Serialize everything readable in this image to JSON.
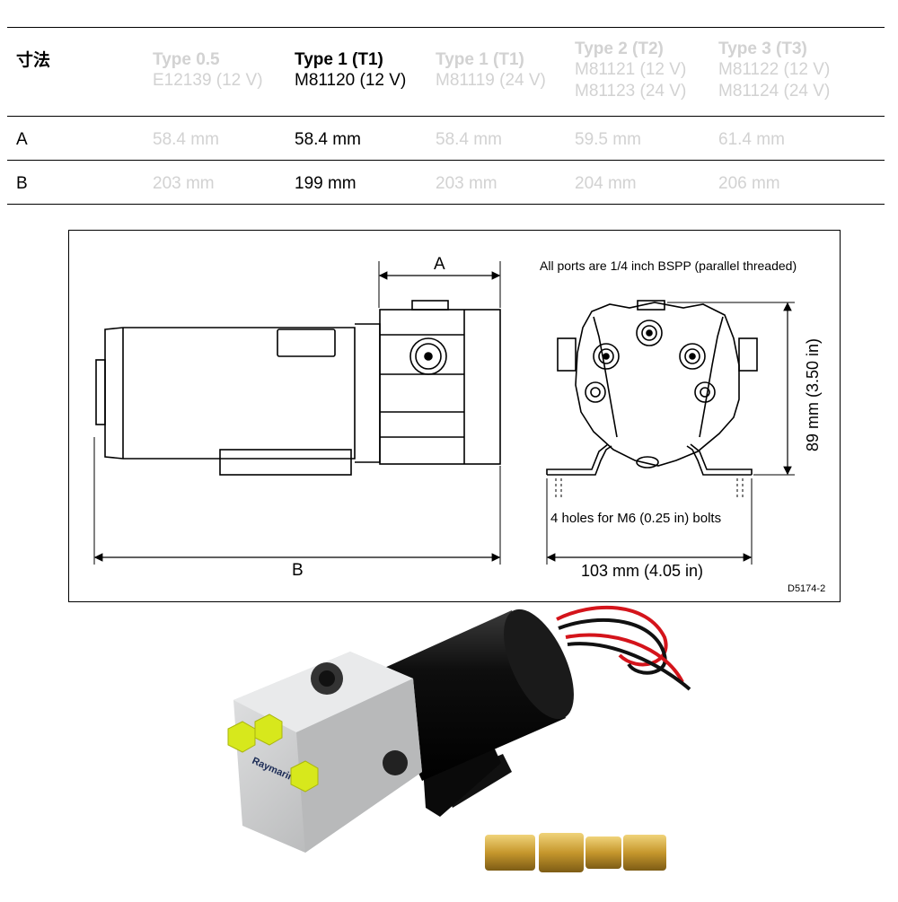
{
  "table": {
    "corner_label": "寸法",
    "columns": [
      {
        "title": "Type 0.5",
        "models": [
          "E12139 (12 V)"
        ],
        "highlight": false
      },
      {
        "title": "Type 1 (T1)",
        "models": [
          "M81120 (12 V)"
        ],
        "highlight": true
      },
      {
        "title": "Type 1 (T1)",
        "models": [
          "M81119 (24 V)"
        ],
        "highlight": false
      },
      {
        "title": "Type 2 (T2)",
        "models": [
          "M81121 (12 V)",
          "M81123 (24 V)"
        ],
        "highlight": false
      },
      {
        "title": "Type 3 (T3)",
        "models": [
          "M81122 (12 V)",
          "M81124 (24 V)"
        ],
        "highlight": false
      }
    ],
    "rows": [
      {
        "label": "A",
        "values": [
          "58.4 mm",
          "58.4 mm",
          "58.4 mm",
          "59.5 mm",
          "61.4 mm"
        ]
      },
      {
        "label": "B",
        "values": [
          "203 mm",
          "199 mm",
          "203 mm",
          "204 mm",
          "206 mm"
        ]
      }
    ]
  },
  "drawing": {
    "dim_a": "A",
    "dim_b": "B",
    "ports_note": "All ports are 1/4 inch BSPP (parallel threaded)",
    "height_dim": "89 mm (3.50 in)",
    "holes_note": "4 holes for M6 (0.25 in) bolts",
    "width_dim": "103 mm (4.05 in)",
    "drawing_id": "D5174-2"
  },
  "photo": {
    "brand_text": "Raymarine",
    "colors": {
      "motor": "#0c0c0c",
      "block": "#c9cacb",
      "caps": "#d7e81c",
      "wire_red": "#d4141b",
      "wire_black": "#111111",
      "brass": "#c99a2e"
    }
  }
}
